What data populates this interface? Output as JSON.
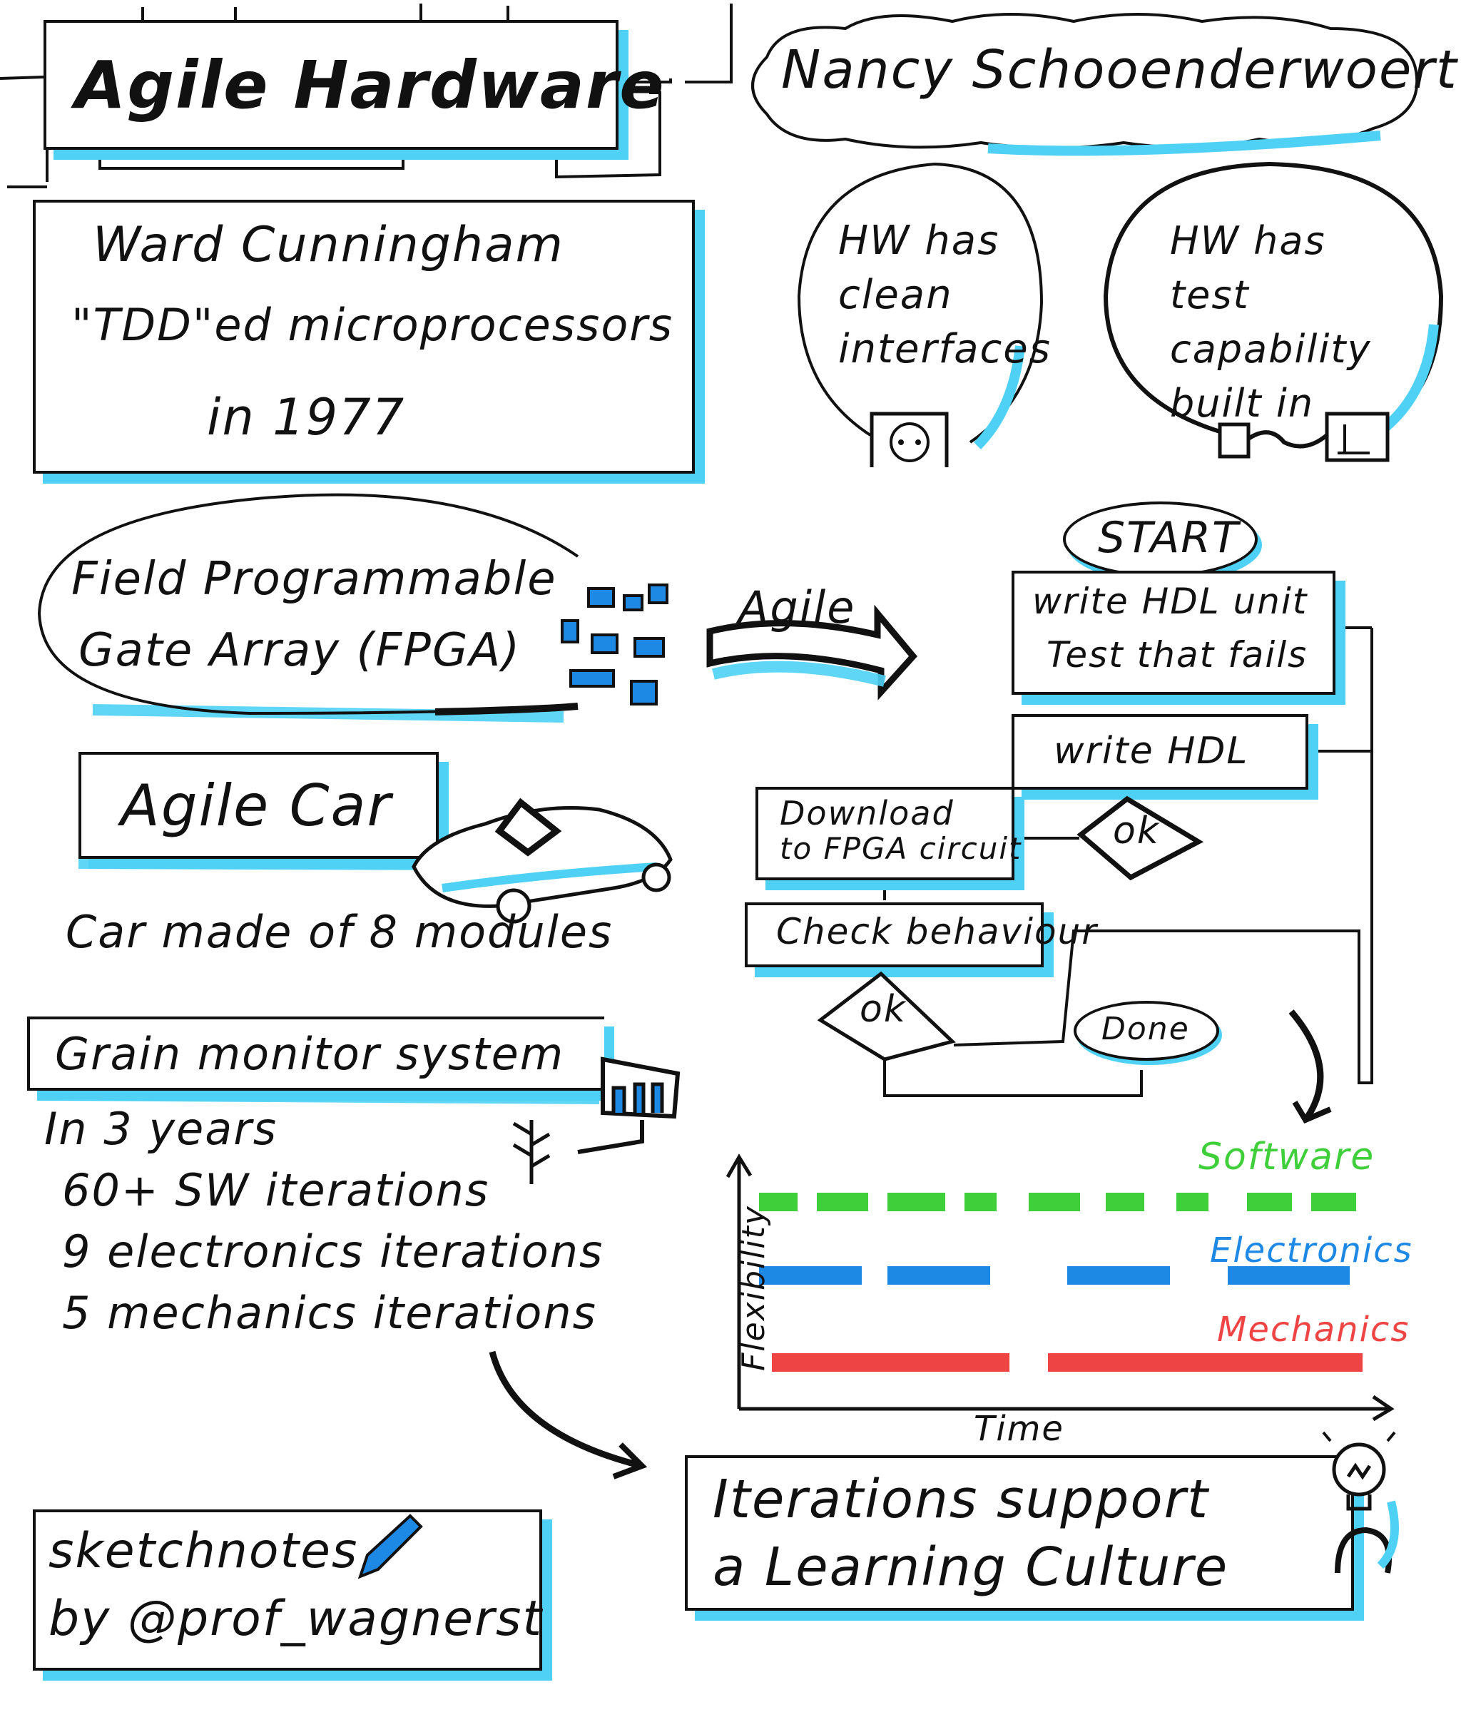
{
  "title": "Agile Hardware",
  "speaker": "Nancy Schooenderwoert",
  "ward": {
    "line1": "Ward Cunningham",
    "line2": "\"TDD\"ed microprocessors",
    "line3": "in 1977"
  },
  "bubbles": [
    {
      "lines": [
        "HW has",
        "clean",
        "interfaces"
      ],
      "icon": "power-socket-icon"
    },
    {
      "lines": [
        "HW has",
        "test capability",
        "built in"
      ],
      "icon": "test-probe-icon"
    }
  ],
  "fpga": {
    "line1": "Field Programmable",
    "line2": "Gate Array (FPGA)"
  },
  "agile_arrow": "Agile",
  "flowchart": {
    "start": "START",
    "step1_line1": "write HDL unit",
    "step1_line2": "Test that fails",
    "step2": "write HDL",
    "ok1": "ok",
    "step3_line1": "Download",
    "step3_line2": "to FPGA circuit",
    "step4": "Check behaviour",
    "ok2": "ok",
    "done": "Done"
  },
  "car": {
    "title": "Agile Car",
    "caption": "Car made of 8 modules"
  },
  "grain": {
    "title": "Grain monitor system",
    "lines": [
      "In 3 years",
      "60+ SW iterations",
      "9 electronics iterations",
      "5 mechanics iterations"
    ]
  },
  "chart_data": {
    "type": "line",
    "xlabel": "Time",
    "ylabel": "Flexibility",
    "series": [
      {
        "name": "Software",
        "color": "#3fcf3a",
        "segments": [
          [
            2,
            8
          ],
          [
            11,
            19
          ],
          [
            22,
            31
          ],
          [
            34,
            39
          ],
          [
            44,
            52
          ],
          [
            56,
            62
          ],
          [
            67,
            72
          ],
          [
            78,
            85
          ],
          [
            88,
            95
          ]
        ]
      },
      {
        "name": "Electronics",
        "color": "#1e88e5",
        "segments": [
          [
            2,
            18
          ],
          [
            22,
            38
          ],
          [
            50,
            66
          ],
          [
            75,
            94
          ]
        ]
      },
      {
        "name": "Mechanics",
        "color": "#ef4444",
        "segments": [
          [
            4,
            41
          ],
          [
            47,
            96
          ]
        ]
      }
    ]
  },
  "conclusion": {
    "line1": "Iterations support",
    "line2": "a Learning Culture"
  },
  "credits": {
    "line1": "sketchnotes",
    "line2": "by @prof_wagnerst"
  },
  "colors": {
    "accent": "#4fd1f5",
    "ink": "#111111"
  }
}
